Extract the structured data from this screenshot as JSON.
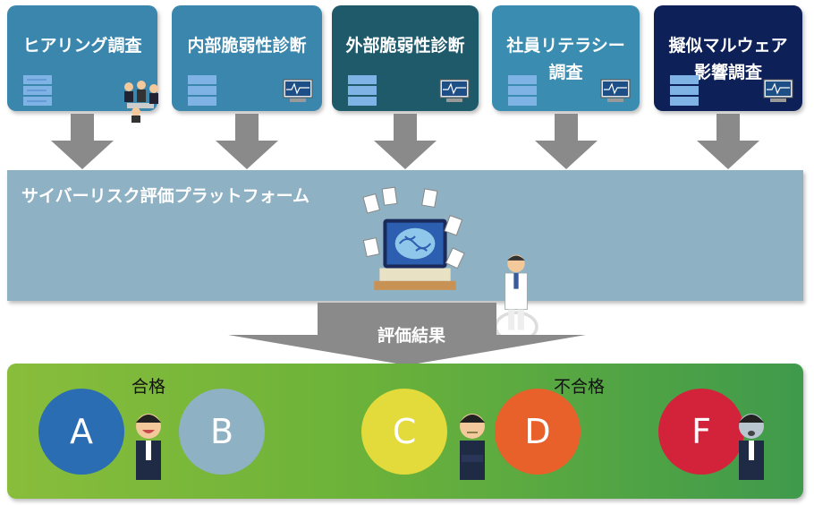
{
  "top_boxes": [
    {
      "label": "ヒアリング調査",
      "color": "#3a86ad"
    },
    {
      "label": "内部脆弱性診断",
      "color": "#3a86ad"
    },
    {
      "label": "外部脆弱性診断",
      "color": "#1f5a6b"
    },
    {
      "label": "社員リテラシー\n調査",
      "color": "#3a8db0"
    },
    {
      "label": "擬似マルウェア\n影響調査",
      "color": "#0d2057"
    }
  ],
  "platform": {
    "title": "サイバーリスク評価プラットフォーム",
    "color": "#8fb1c4"
  },
  "result_label": "評価結果",
  "pass_label": "合格",
  "fail_label": "不合格",
  "grades": [
    {
      "letter": "A",
      "color": "#2a6db3"
    },
    {
      "letter": "B",
      "color": "#8fb1c4"
    },
    {
      "letter": "C",
      "color": "#e3da3b"
    },
    {
      "letter": "D",
      "color": "#e8612a"
    },
    {
      "letter": "F",
      "color": "#d3233b"
    }
  ]
}
